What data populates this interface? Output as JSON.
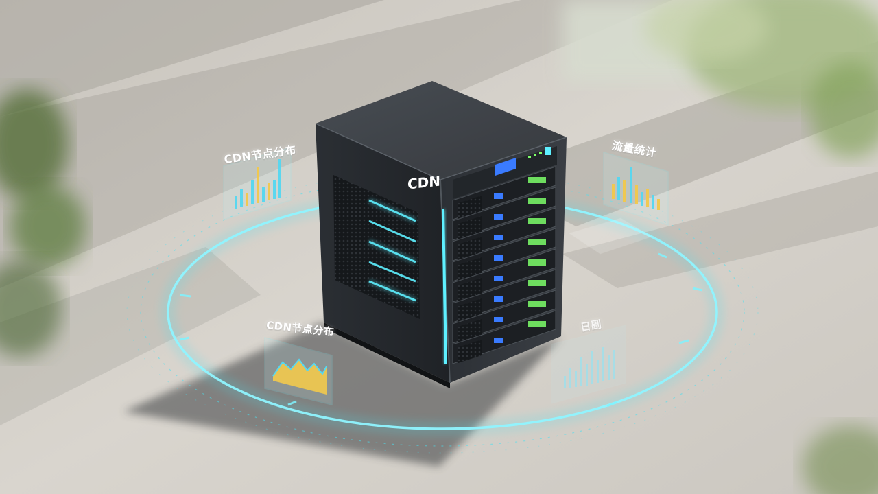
{
  "scene": {
    "description_label": "server-cabinet-hologram-scene"
  },
  "server": {
    "brand": "CDN"
  },
  "panels": {
    "top_left_label": "CDN节点分布",
    "top_right_label": "流量统计",
    "bottom_left_label": "CDN节点分布",
    "bottom_right_label": "日副"
  },
  "colors": {
    "accent": "#49e0f0",
    "cabinet": "#2a2d31",
    "floor": "#d6d2cb",
    "led_green": "#7dff6a",
    "led_blue": "#3a7bff",
    "bar_yellow": "#f2c94c",
    "bar_cyan": "#55d8f2"
  }
}
